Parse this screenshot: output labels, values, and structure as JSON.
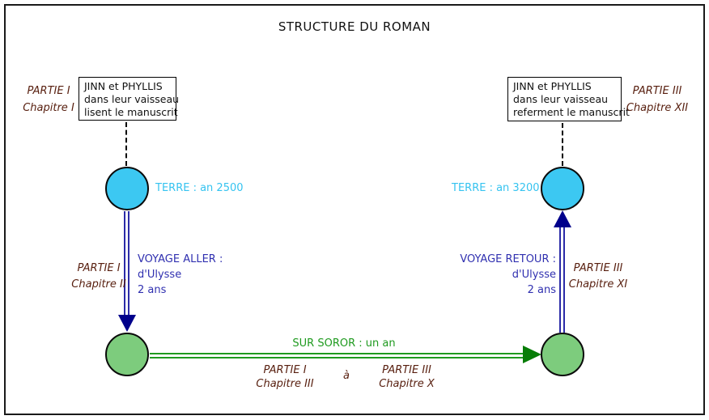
{
  "title": "STRUCTURE DU ROMAN",
  "colors": {
    "frame": "#1a1a1a",
    "earth_fill": "#3CC8F2",
    "earth_text": "#35C3F0",
    "soror_fill": "#7DCC7D",
    "voyage_line": "#2B2BA8",
    "voyage_arrowhead": "#00008B",
    "voyage_text": "#3030B0",
    "soror_line": "#1F9A1F",
    "soror_arrowhead": "#077D07",
    "chapter_text": "#571E0E"
  },
  "top_left": {
    "chapter_line1": "PARTIE I",
    "chapter_line2": "Chapitre I",
    "box_line1": "JINN et PHYLLIS",
    "box_line2": "dans leur vaisseau",
    "box_line3": "lisent le manuscrit"
  },
  "top_right": {
    "chapter_line1": "PARTIE III",
    "chapter_line2": "Chapitre XII",
    "box_line1": "JINN et PHYLLIS",
    "box_line2": "dans leur vaisseau",
    "box_line3": "referment le manuscrit"
  },
  "earth_left": {
    "label": "TERRE : an 2500"
  },
  "earth_right": {
    "label": "TERRE : an 3200"
  },
  "voyage_aller": {
    "line1": "VOYAGE ALLER :",
    "line2": "d'Ulysse",
    "line3": "2 ans",
    "chapter_line1": "PARTIE I",
    "chapter_line2": "Chapitre II"
  },
  "voyage_retour": {
    "line1": "VOYAGE RETOUR :",
    "line2": "d'Ulysse",
    "line3": "2 ans",
    "chapter_line1": "PARTIE III",
    "chapter_line2": "Chapitre XI"
  },
  "soror": {
    "label": "SUR SOROR : un an",
    "from_line1": "PARTIE I",
    "from_line2": "Chapitre III",
    "connector": "à",
    "to_line1": "PARTIE III",
    "to_line2": "Chapitre X"
  }
}
